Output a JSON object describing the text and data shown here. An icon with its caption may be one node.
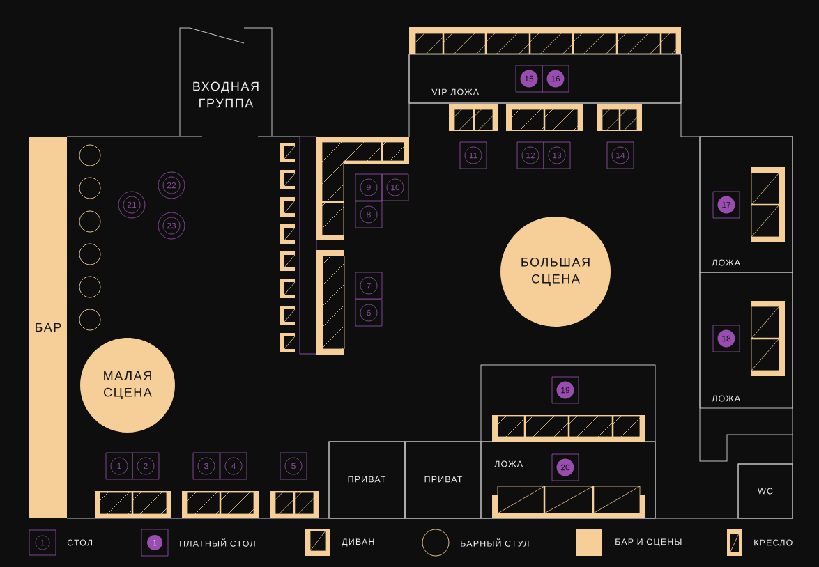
{
  "diagram": {
    "nodes": [
      {
        "text": [
          "ВХОДНАЯ ГРУППА"
        ]
      },
      {
        "text": [
          "VIP ЛОЖА"
        ]
      },
      {
        "text": [
          "БАР"
        ]
      },
      {
        "text": [
          "МАЛАЯ СЦЕНА"
        ]
      },
      {
        "text": [
          "БОЛЬШАЯ СЦЕНА"
        ]
      },
      {
        "text": [
          "ЛОЖА"
        ]
      },
      {
        "text": [
          "ЛОЖА"
        ]
      },
      {
        "text": [
          "ЛОЖА"
        ]
      },
      {
        "text": [
          "ПРИВАТ"
        ]
      },
      {
        "text": [
          "ПРИВАТ"
        ]
      },
      {
        "text": [
          "WC"
        ]
      },
      {
        "text": [
          "1"
        ]
      },
      {
        "text": [
          "2"
        ]
      },
      {
        "text": [
          "3"
        ]
      },
      {
        "text": [
          "4"
        ]
      },
      {
        "text": [
          "5"
        ]
      },
      {
        "text": [
          "6"
        ]
      },
      {
        "text": [
          "7"
        ]
      },
      {
        "text": [
          "8"
        ]
      },
      {
        "text": [
          "9"
        ]
      },
      {
        "text": [
          "10"
        ]
      },
      {
        "text": [
          "11"
        ]
      },
      {
        "text": [
          "12"
        ]
      },
      {
        "text": [
          "13"
        ]
      },
      {
        "text": [
          "14"
        ]
      },
      {
        "text": [
          "15"
        ],
        "in": 1
      },
      {
        "text": [
          "16"
        ],
        "in": 1
      },
      {
        "text": [
          "17"
        ],
        "in": 5
      },
      {
        "text": [
          "18"
        ],
        "in": 6
      },
      {
        "text": [
          "19"
        ]
      },
      {
        "text": [
          "20"
        ],
        "in": 7
      },
      {
        "text": [
          "21"
        ]
      },
      {
        "text": [
          "22"
        ]
      },
      {
        "text": [
          "23"
        ]
      }
    ],
    "labels": [
      "1",
      "1"
    ],
    "legend": [
      {
        "text": "СТОЛ"
      },
      {
        "text": "ПЛАТНЫЙ СТОЛ"
      },
      {
        "text": "ДИВАН"
      },
      {
        "text": "БАРНЫЙ СТУЛ"
      },
      {
        "text": "БАР И СЦЕНЫ",
        "color": "#f5ce98"
      },
      {
        "text": "КРЕСЛО"
      }
    ]
  }
}
